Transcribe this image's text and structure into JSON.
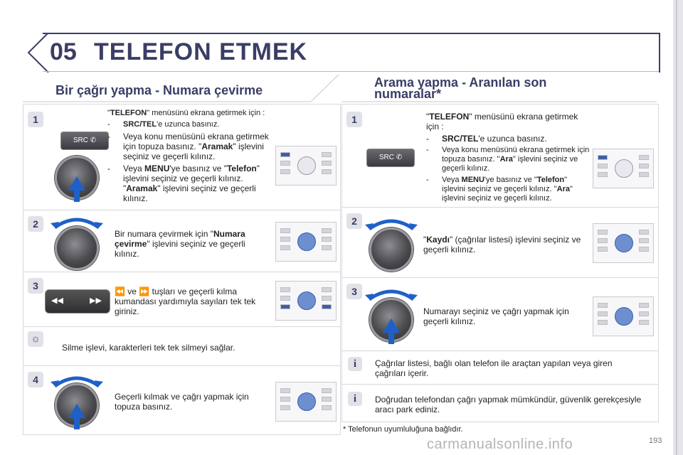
{
  "header": {
    "chapter": "05",
    "title": "TELEFON ETMEK"
  },
  "left": {
    "title": "Bir çağrı yapma - Numara çevirme",
    "step1": {
      "num": "1",
      "intro_a": "TELEFON",
      "intro_b": "\" menüsünü ekrana getirmek için :",
      "b1_a": "SRC/TEL",
      "b1_b": "'e uzunca basınız.",
      "b2_a": "Veya konu menüsünü ekrana getirmek için topuza basınız. \"",
      "b2_b": "Aramak",
      "b2_c": "\" işlevini seçiniz ve geçerli kılınız.",
      "b3_a": "Veya ",
      "b3_b": "MENU",
      "b3_c": "'ye basınız ve \"",
      "b3_d": "Telefon",
      "b3_e": "\" işlevini seçiniz ve geçerli kılınız. \"",
      "b3_f": "Aramak",
      "b3_g": "\" işlevini seçiniz ve geçerli kılınız.",
      "src_label": "SRC"
    },
    "step2": {
      "num": "2",
      "text_a": "Bir numara çevirmek için \"",
      "text_b": "Numara çevirme",
      "text_c": "\" işlevini seçiniz ve geçerli kılınız."
    },
    "step3": {
      "num": "3",
      "text_a": "ve",
      "text_b": "tuşları ve geçerli kılma kumandası yardımıyla sayıları tek tek giriniz."
    },
    "tip": {
      "text": "Silme işlevi, karakterleri tek tek silmeyi sağlar."
    },
    "step4": {
      "num": "4",
      "text": "Geçerli kılmak ve çağrı yapmak için topuza basınız."
    }
  },
  "right": {
    "title_line1": "Arama yapma - Aranılan son",
    "title_line2": "numaralar*",
    "step1": {
      "num": "1",
      "intro_a": "TELEFON",
      "intro_b": "\" menüsünü ekrana getirmek için :",
      "b1_a": "SRC/TEL",
      "b1_b": "'e uzunca basınız.",
      "b2_a": "Veya konu menüsünü ekrana getirmek için topuza basınız. \"",
      "b2_b": "Ara",
      "b2_c": "\" işlevini seçiniz ve geçerli kılınız.",
      "b3_a": "Veya ",
      "b3_b": "MENU",
      "b3_c": "'ye basınız ve \"",
      "b3_d": "Telefon",
      "b3_e": "\" işlevini seçiniz ve geçerli kılınız. \"",
      "b3_f": "Ara",
      "b3_g": "\" işlevini seçiniz ve geçerli kılınız.",
      "src_label": "SRC"
    },
    "step2": {
      "num": "2",
      "text_a": "\"",
      "text_b": "Kaydı",
      "text_c": "\" (çağrılar listesi) işlevini seçiniz ve geçerli kılınız."
    },
    "step3": {
      "num": "3",
      "text": "Numarayı seçiniz ve çağrı yapmak için geçerli kılınız."
    },
    "info1": {
      "text": "Çağrılar listesi, bağlı olan telefon ile araçtan yapılan veya giren çağrıları içerir."
    },
    "info2": {
      "text": "Doğrudan telefondan çağrı yapmak mümkündür, güvenlik gerekçesiyle aracı park ediniz."
    }
  },
  "footnote": "* Telefonun uyumluluğuna bağlıdır.",
  "page_number": "193",
  "watermark": "carmanualsonline.info",
  "colors": {
    "title": "#3a3e66",
    "accent": "#1f60c8"
  }
}
